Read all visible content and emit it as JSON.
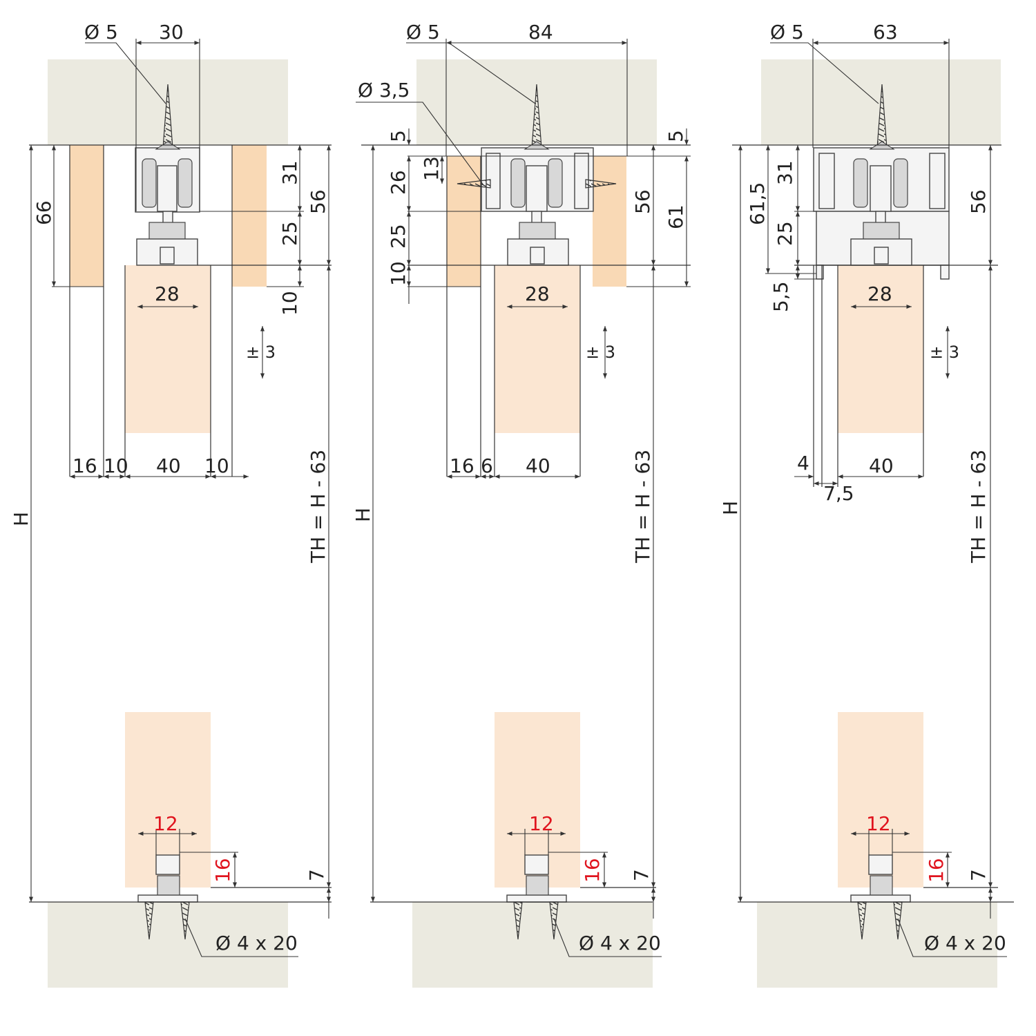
{
  "colors": {
    "ceiling_floor": "#ebeae0",
    "cover_strip": "#f9d9b5",
    "door_panel": "#fbe6d2",
    "red_dimension": "#e0141e",
    "line": "#333333"
  },
  "drawings": [
    {
      "id": "variant-1",
      "screw_top": "Ø 5",
      "width_top": "30",
      "dims_right": [
        "31",
        "25",
        "56",
        "10"
      ],
      "dim_left_height": "66",
      "groove": "28",
      "tolerance": "± 3",
      "bottom_dims": [
        "16",
        "10",
        "40",
        "10"
      ],
      "height_label": "H",
      "track_height": "TH = H - 63",
      "guide_width": "12",
      "guide_depth": "16",
      "floor_gap": "7",
      "floor_screw": "Ø 4 x 20"
    },
    {
      "id": "variant-2",
      "screw_top": "Ø 5",
      "width_top": "84",
      "side_screw": "Ø 3,5",
      "dims_left": [
        "5",
        "13",
        "26",
        "25",
        "10"
      ],
      "dims_right": [
        "5",
        "56",
        "61"
      ],
      "groove": "28",
      "tolerance": "± 3",
      "bottom_dims": [
        "16",
        "6",
        "40"
      ],
      "height_label": "H",
      "track_height": "TH = H - 63",
      "guide_width": "12",
      "guide_depth": "16",
      "floor_gap": "7",
      "floor_screw": "Ø 4 x 20"
    },
    {
      "id": "variant-3",
      "screw_top": "Ø 5",
      "width_top": "63",
      "dims_left": [
        "61,5",
        "31",
        "25",
        "5,5"
      ],
      "dims_right": [
        "56"
      ],
      "groove": "28",
      "tolerance": "± 3",
      "bottom_dims": [
        "4",
        "40",
        "7,5"
      ],
      "height_label": "H",
      "track_height": "TH = H - 63",
      "guide_width": "12",
      "guide_depth": "16",
      "floor_gap": "7",
      "floor_screw": "Ø 4 x 20"
    }
  ]
}
